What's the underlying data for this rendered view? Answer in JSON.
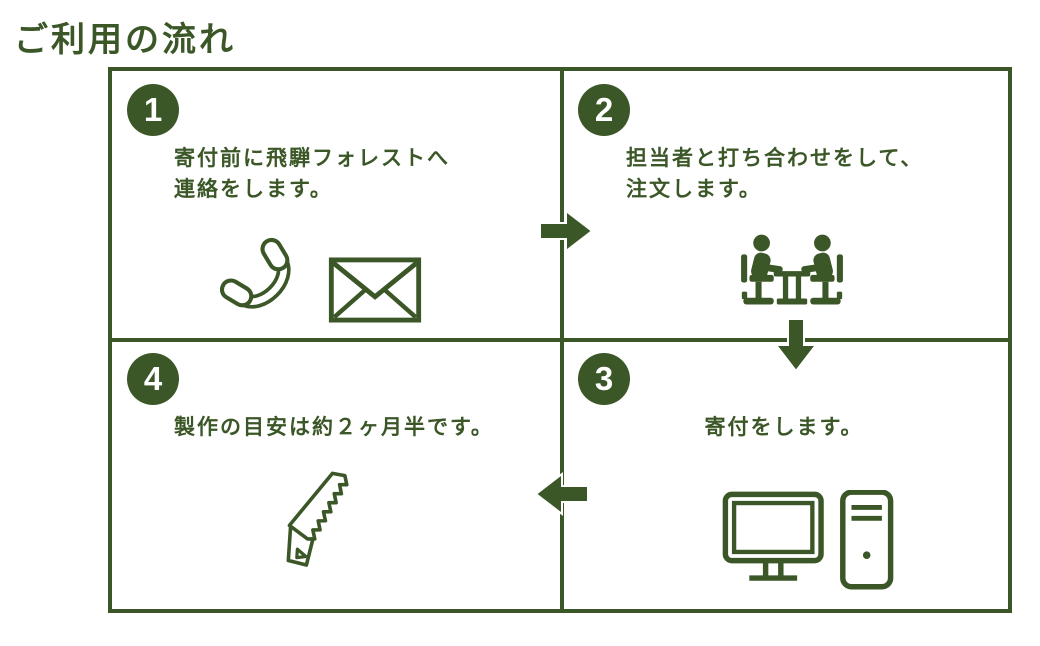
{
  "title": "ご利用の流れ",
  "colors": {
    "accent": "#3b5727",
    "page_bg": "#ffffff",
    "badge_text": "#ffffff"
  },
  "steps": [
    {
      "number": "1",
      "line1": "寄付前に飛騨フォレストへ",
      "line2": "連絡をします。",
      "icons": [
        "phone-icon",
        "envelope-icon"
      ]
    },
    {
      "number": "2",
      "line1": "担当者と打ち合わせをして、",
      "line2": "注文します。",
      "icons": [
        "meeting-icon"
      ]
    },
    {
      "number": "3",
      "line1": "寄付をします。",
      "line2": "",
      "icons": [
        "computer-icon"
      ]
    },
    {
      "number": "4",
      "line1": "製作の目安は約２ヶ月半です。",
      "line2": "",
      "icons": [
        "saw-icon"
      ]
    }
  ],
  "flow": {
    "arrows": [
      {
        "name": "arrow-step1-to-step2",
        "direction": "right"
      },
      {
        "name": "arrow-step2-to-step3",
        "direction": "down"
      },
      {
        "name": "arrow-step3-to-step4",
        "direction": "left"
      }
    ]
  }
}
